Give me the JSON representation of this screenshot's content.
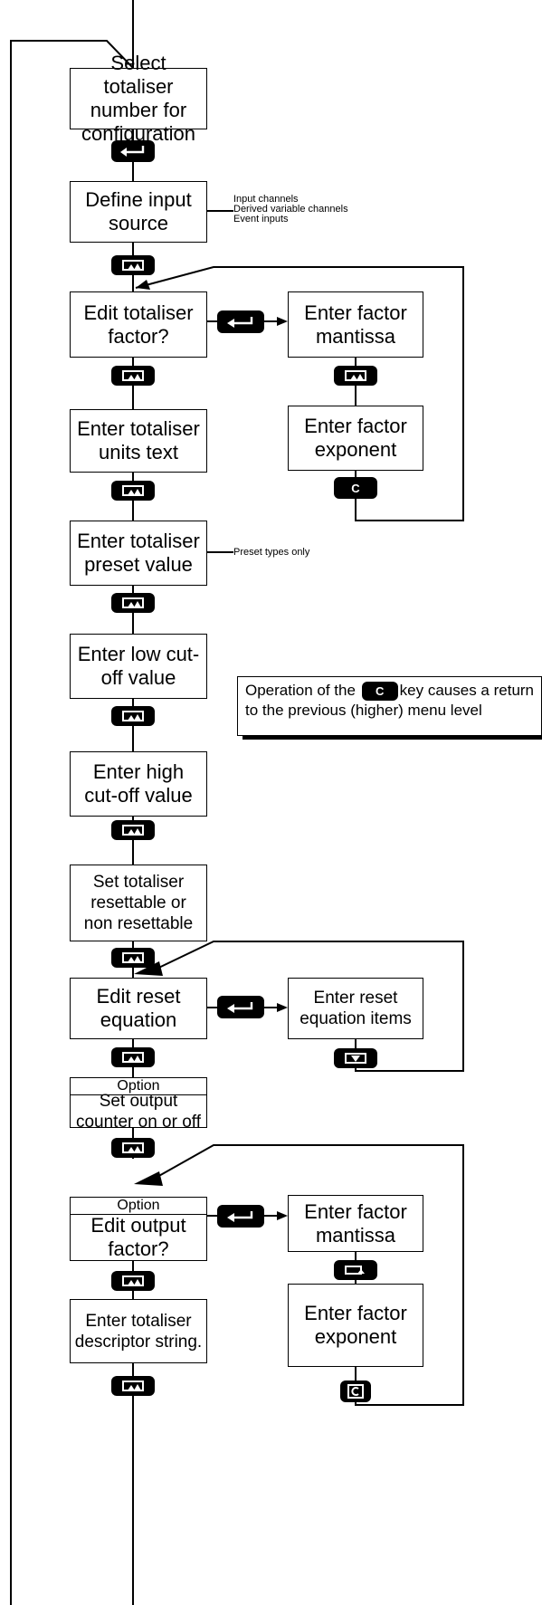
{
  "boxes": {
    "select_totaliser": "Select totaliser number for configuration",
    "define_input": "Define input source",
    "edit_totaliser_factor": "Edit totaliser factor?",
    "enter_factor_mantissa_1": "Enter factor mantissa",
    "enter_factor_exponent_1": "Enter factor exponent",
    "enter_units_text": "Enter totaliser units text",
    "enter_preset_value": "Enter totaliser preset value",
    "enter_low_cutoff": "Enter low cut-off value",
    "enter_high_cutoff": "Enter high cut-off value",
    "set_resettable": "Set totaliser resettable or non resettable",
    "edit_reset_equation": "Edit reset equation",
    "enter_reset_items": "Enter reset equation items",
    "output_counter_option": "Option",
    "set_output_counter": "Set output counter on or off",
    "output_factor_option": "Option",
    "edit_output_factor": "Edit output factor?",
    "enter_factor_mantissa_2": "Enter factor mantissa",
    "enter_factor_exponent_2": "Enter factor exponent",
    "enter_descriptor": "Enter totaliser descriptor string."
  },
  "notes": {
    "input_line1": "Input channels",
    "input_line2": "Derived variable channels",
    "input_line3": "Event inputs",
    "preset": "Preset types only"
  },
  "keys": {
    "c_label": "C"
  },
  "info": {
    "before": "Operation of the",
    "key": "C",
    "after": "key causes a return to the previous (higher) menu level"
  }
}
